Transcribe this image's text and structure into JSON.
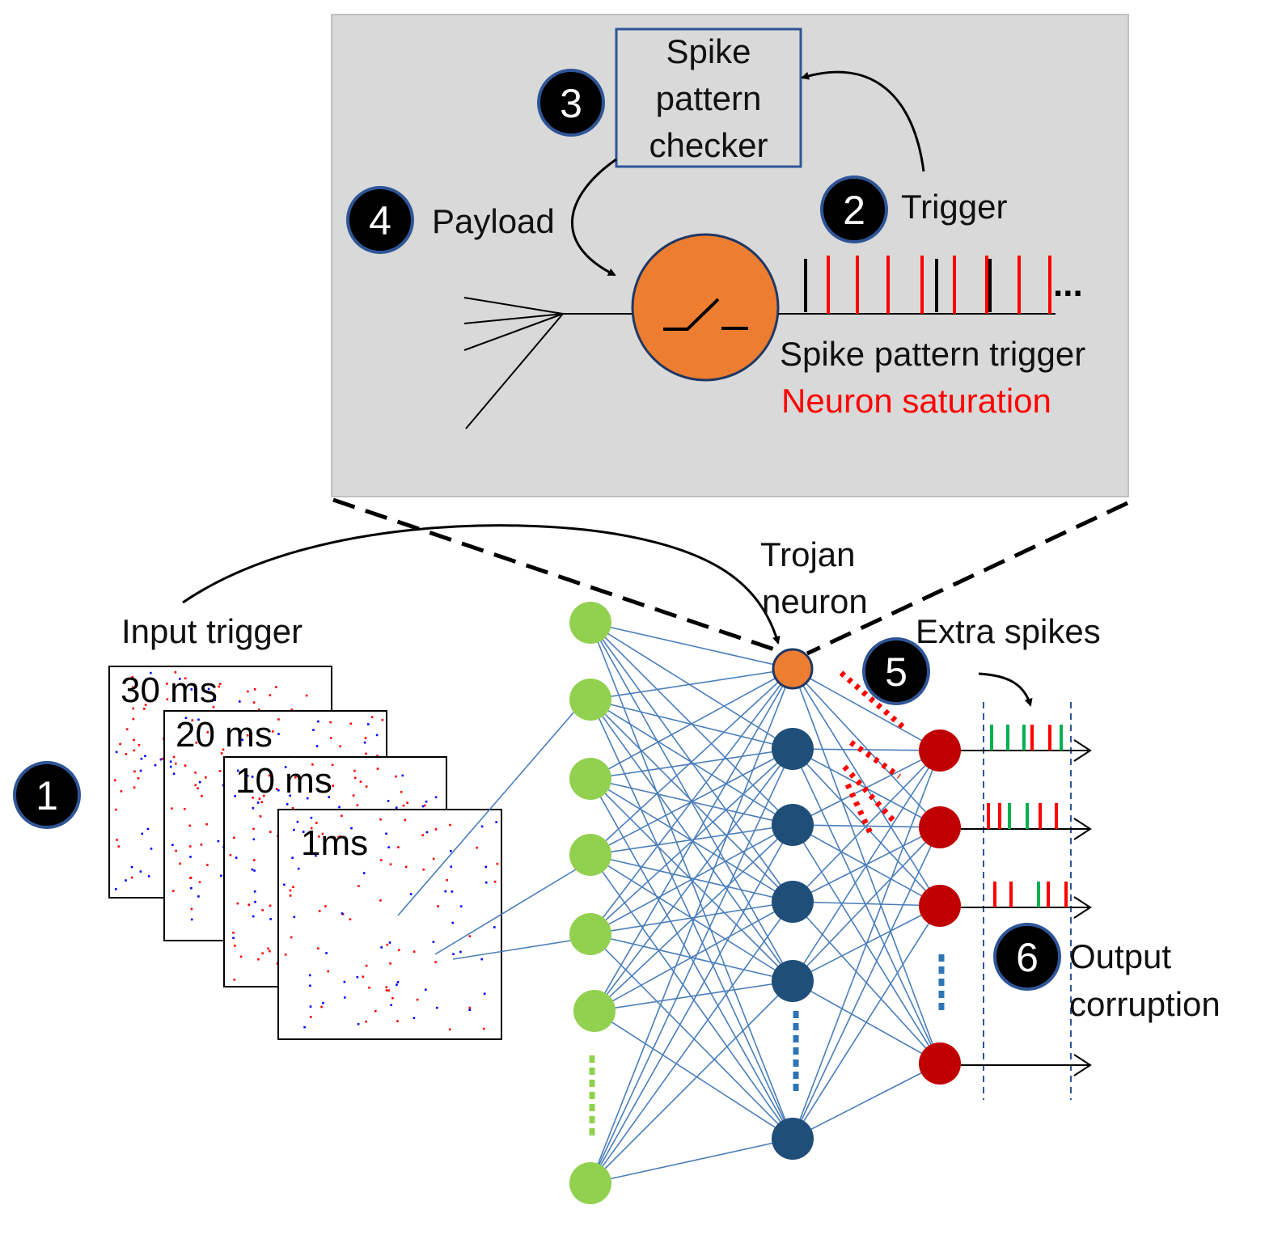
{
  "colors": {
    "inset_bg": "#d9d9d9",
    "input_neuron": "#92d050",
    "hidden_neuron": "#1f4e79",
    "trojan_neuron": "#ed7d31",
    "output_neuron": "#c00000",
    "connection": "#4a7ebb",
    "spike_red": "#ff0000",
    "spike_green": "#00b050",
    "spike_black": "#000000",
    "checker_border": "#2f5597",
    "badge": "#000000",
    "badge_ring": "#2f5597",
    "saturation_text": "#ff0000"
  },
  "inset": {
    "checker_lines": [
      "Spike",
      "pattern",
      "checker"
    ],
    "trigger_label": "Trigger",
    "payload_label": "Payload",
    "spike_pattern_label": "Spike pattern trigger",
    "saturation_label": "Neuron saturation",
    "ellipsis": "..."
  },
  "badges": [
    {
      "icon": "badge-1-icon",
      "num": "1"
    },
    {
      "icon": "badge-2-icon",
      "num": "2"
    },
    {
      "icon": "badge-3-icon",
      "num": "3"
    },
    {
      "icon": "badge-4-icon",
      "num": "4"
    },
    {
      "icon": "badge-5-icon",
      "num": "5"
    },
    {
      "icon": "badge-6-icon",
      "num": "6"
    }
  ],
  "labels": {
    "input_trigger": "Input trigger",
    "trojan_line1": "Trojan",
    "trojan_line2": "neuron",
    "extra_spikes": "Extra spikes",
    "output_line1": "Output",
    "output_line2": "corruption"
  },
  "frames": [
    "30 ms",
    "20 ms",
    "10 ms",
    "1ms"
  ],
  "icons": {
    "threshold": "threshold-step-icon",
    "arrow": "arrowhead-icon"
  }
}
